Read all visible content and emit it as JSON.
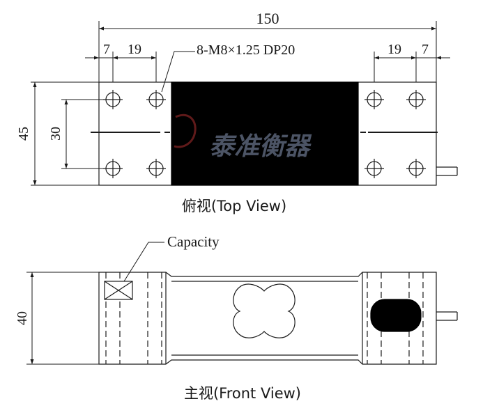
{
  "top_view": {
    "caption": "俯视(Top View)",
    "dimensions": {
      "overall_length": "150",
      "hole_offset_left": "7",
      "hole_spacing_left": "19",
      "hole_spacing_right": "19",
      "hole_offset_right": "7",
      "width": "45",
      "hole_span": "30"
    },
    "thread_callout": "8-M8×1.25 DP20",
    "hole_count": 8
  },
  "front_view": {
    "caption": "主视(Front View)",
    "height": "40",
    "capacity_label": "Capacity"
  },
  "watermark": {
    "text": "泰准衡器"
  },
  "colors": {
    "line": "#1a1a1a",
    "fill_dark": "#000000",
    "watermark": "#8a9ab8"
  }
}
